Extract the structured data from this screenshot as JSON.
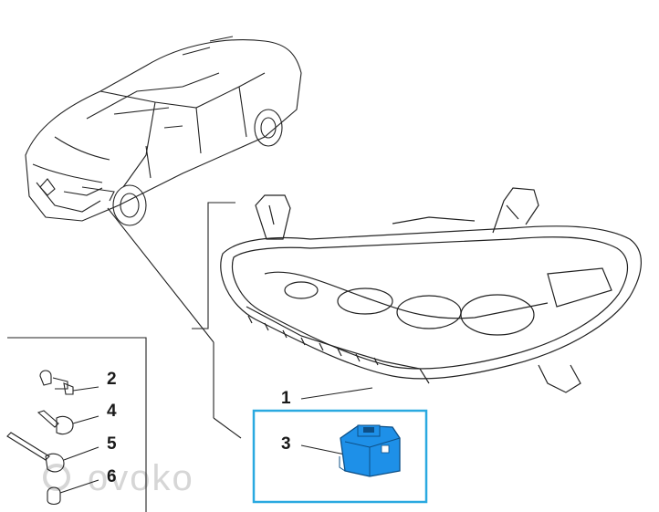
{
  "labels": {
    "headlamp": "1",
    "screw": "2",
    "bolt": "4",
    "long_bolt": "5",
    "nut": "6",
    "module": "3"
  },
  "watermark": "ovoko",
  "colors": {
    "line": "#1a1a1a",
    "highlight_box": "#2aa9e0",
    "module_fill": "#1e90e8",
    "watermark": "#d6d6d6"
  }
}
